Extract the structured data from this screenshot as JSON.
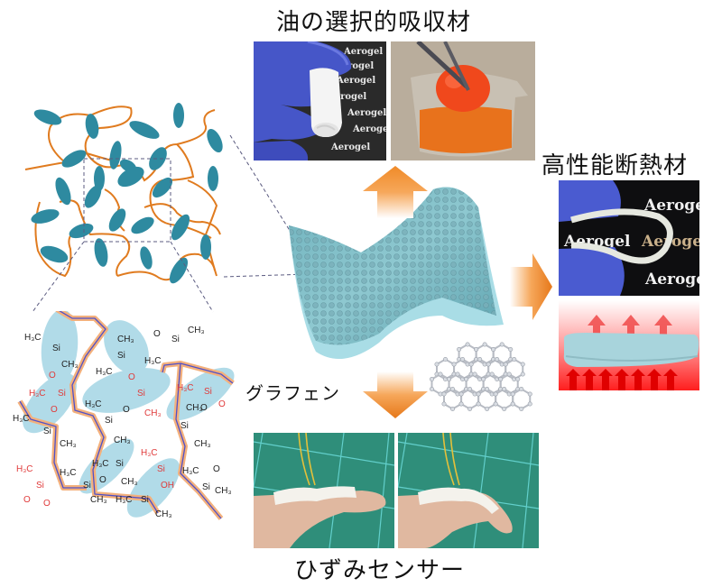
{
  "labels": {
    "oil_absorbent": "油の選択的吸収材",
    "thermal_insulator": "高性能断熱材",
    "graphene": "グラフェン",
    "strain_sensor": "ひずみセンサー"
  },
  "photo_text": {
    "aerogel": "Aerogel"
  },
  "chemistry": {
    "h3c": "H₃C",
    "ch3": "CH₃",
    "si": "Si",
    "o": "O",
    "oh": "OH"
  },
  "colors": {
    "arrow_orange": "#f08a28",
    "network_chain": "#e07b1f",
    "network_particle": "#2e8aa0",
    "highlight_blue": "#a9d8e6",
    "red_group": "#e03a3a",
    "heat_red": "#ff2a2a",
    "glove_blue": "#4a5bd0"
  }
}
